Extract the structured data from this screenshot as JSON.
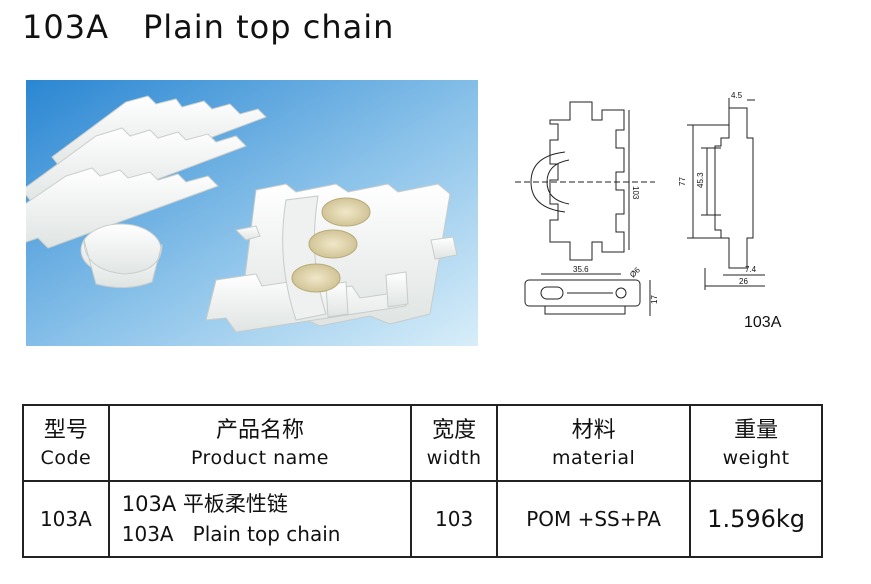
{
  "header": {
    "code": "103A",
    "title": "Plain top chain"
  },
  "drawing": {
    "label": "103A",
    "dims": {
      "d1": "4.5",
      "d2": "103",
      "d3": "77",
      "d4": "45.3",
      "d5": "35.6",
      "d6": "Ø6",
      "d7": "17",
      "d8": "7.4",
      "d9": "26"
    }
  },
  "table": {
    "headers": [
      {
        "cn": "型号",
        "en": "Code"
      },
      {
        "cn": "产品名称",
        "en": "Product name"
      },
      {
        "cn": "宽度",
        "en": "width"
      },
      {
        "cn": "材料",
        "en": "material"
      },
      {
        "cn": "重量",
        "en": "weight"
      }
    ],
    "row": {
      "code": "103A",
      "name_cn": "103A 平板柔性链",
      "name_en": "103A   Plain top chain",
      "width": "103",
      "material": "POM +SS+PA",
      "weight": "1.596kg"
    }
  },
  "colors": {
    "photo_bg_top": "#2f8fd6",
    "photo_bg_bottom": "#cfe8f7",
    "chain_white": "#f4f6f4",
    "bearing_tan": "#e7dcb8"
  }
}
